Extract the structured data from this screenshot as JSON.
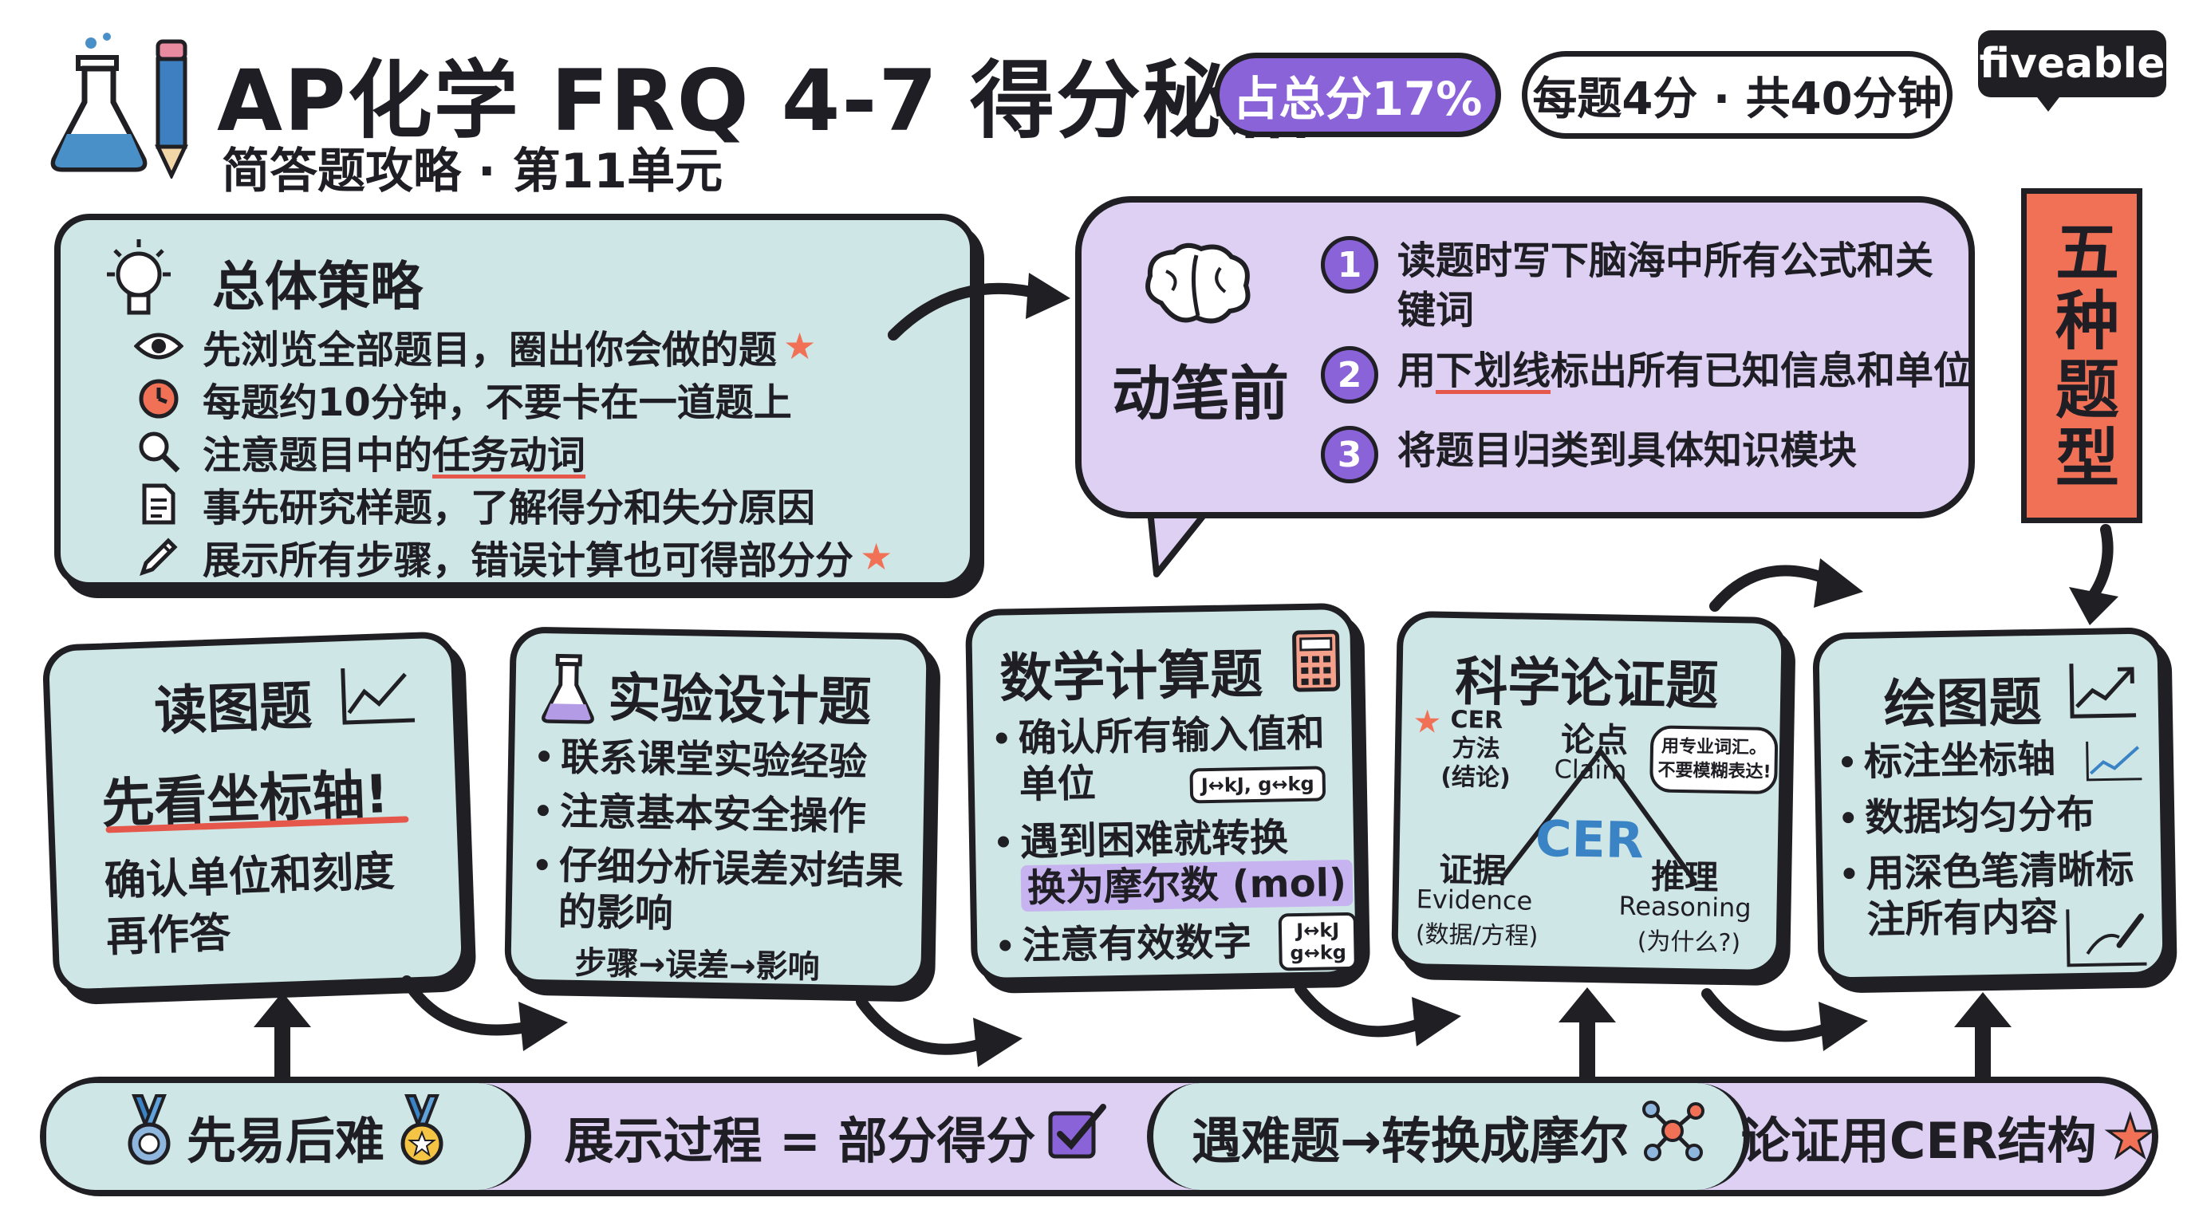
{
  "header": {
    "title": "AP化学 FRQ 4-7 得分秘籍",
    "subtitle": "简答题攻略 · 第11单元",
    "pill_weight": "占总分17%",
    "pill_time": "每题4分 · 共40分钟",
    "logo": "fiveable"
  },
  "strategy": {
    "title": "总体策略",
    "items": [
      {
        "icon": "eye-icon",
        "text": "先浏览全部题目，圈出你会做的题",
        "star": true
      },
      {
        "icon": "clock-icon",
        "text": "每题约10分钟，不要卡在一道题上",
        "star": false
      },
      {
        "icon": "magnifier-icon",
        "text_before": "注意题目中的",
        "text_highlight": "任务动词",
        "star": false
      },
      {
        "icon": "document-icon",
        "text": "事先研究样题，了解得分和失分原因",
        "star": false
      },
      {
        "icon": "pencil-icon",
        "text": "展示所有步骤，错误计算也可得部分分",
        "star": true
      }
    ]
  },
  "before_writing": {
    "label": "动笔前",
    "steps": [
      {
        "num": "1",
        "text": "读题时写下脑海中所有公式和关键词"
      },
      {
        "num": "2",
        "text_before": "用",
        "text_highlight": "下划线",
        "text_after": "标出所有已知信息和单位"
      },
      {
        "num": "3",
        "text": "将题目归类到具体知识模块"
      }
    ]
  },
  "five_types": "五种题型",
  "cards": {
    "graph_reading": {
      "title": "读图题",
      "headline": "先看坐标轴!",
      "body": "确认单位和刻度再作答"
    },
    "experiment": {
      "title": "实验设计题",
      "bullets": [
        "联系课堂实验经验",
        "注意基本安全操作",
        "仔细分析误差对结果的影响"
      ],
      "flow": "步骤→误差→影响"
    },
    "math": {
      "title": "数学计算题",
      "bullet1": "确认所有输入值和单位",
      "bullet2_line1": "遇到困难就转换",
      "bullet2_line2": "换为摩尔数 (mol)",
      "bullet3": "注意有效数字",
      "tag1": "J↔kJ, g↔kg",
      "tag2_line1": "J↔kJ",
      "tag2_line2": "g↔kg"
    },
    "argument": {
      "title": "科学论证题",
      "cer_method": "CER\n方法\n(结论)",
      "center": "CER",
      "claim": "论点",
      "claim_en": "Claim",
      "evidence": "证据",
      "evidence_en": "Evidence",
      "evidence_sub": "(数据/方程)",
      "reasoning": "推理",
      "reasoning_en": "Reasoning",
      "reasoning_sub": "(为什么?)",
      "bubble": "用专业词汇。\n不要模糊表达!"
    },
    "graphing": {
      "title": "绘图题",
      "bullets": [
        "标注坐标轴",
        "数据均匀分布",
        "用深色笔清晰标注所有内容"
      ]
    }
  },
  "bottom_bar": [
    {
      "label": "先易后难",
      "icon": "medal-icon"
    },
    {
      "label": "展示过程 = 部分得分",
      "icon": "checkbox-icon"
    },
    {
      "label": "遇难题→转换成摩尔",
      "icon": "molecule-icon"
    },
    {
      "label": "论证用CER结构",
      "icon": "star-icon"
    }
  ],
  "colors": {
    "teal": "#cfe6e6",
    "lavender": "#ddd0f3",
    "purple": "#8b63d9",
    "coral": "#f17157",
    "outline": "#1f1f24"
  }
}
